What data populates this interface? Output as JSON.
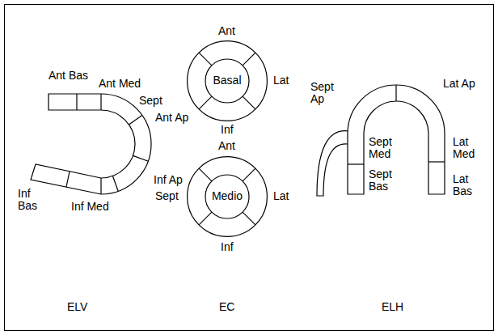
{
  "diagram": {
    "nodes": [
      {
        "text": [
          "Basal"
        ]
      },
      {
        "text": [
          "Medio"
        ]
      }
    ],
    "labels": [
      "Ant Bas",
      "Ant Med",
      "Ant Ap",
      "Inf Ap",
      "Inf Med",
      "Inf Bas",
      "Sept",
      "Ant",
      "Lat",
      "Inf",
      "Ant",
      "Sept",
      "Lat",
      "Inf",
      "Sept Ap",
      "Lat Ap",
      "Sept Med",
      "Lat Med",
      "Sept Bas",
      "Lat Bas",
      "ELV",
      "EC",
      "ELH"
    ]
  }
}
